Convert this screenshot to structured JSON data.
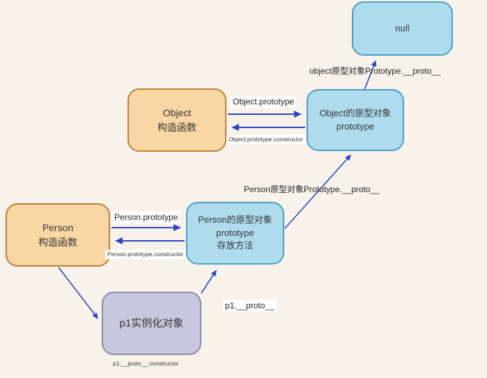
{
  "diagram": {
    "title": "JavaScript prototype chain diagram",
    "colors": {
      "background": "#f7f3ea",
      "blue_node_fill": "#aedcec",
      "blue_node_border": "#4a9cc6",
      "orange_node_fill": "#f9d7a4",
      "orange_node_border": "#bf7d35",
      "purple_node_fill": "#c9c7dd",
      "purple_node_border": "#8b89a6",
      "arrow": "#2e43c8",
      "text": "#333333"
    },
    "nodes": {
      "null_box": {
        "label": "null"
      },
      "object_constructor": {
        "line1": "Object",
        "line2": "构造函数"
      },
      "object_prototype": {
        "line1": "Object的原型对象",
        "line2": "prototype"
      },
      "person_constructor": {
        "line1": "Person",
        "line2": "构造函数"
      },
      "person_prototype": {
        "line1": "Person的原型对象",
        "line2": "prototype",
        "line3": "存放方法"
      },
      "p1_instance": {
        "label": "p1实例化对象"
      }
    },
    "edge_labels": {
      "object_prototype": "Object.prototype",
      "object_prototype_constructor": "Object.prototype.constructor",
      "object_proto_chain": "object原型对象Prototype.__proto__",
      "person_proto_chain": "Person原型对象Prototype.__proto__",
      "person_prototype": "Person.prototype",
      "person_prototype_constructor": "Person.prototype.constructor",
      "p1_proto": "p1.__proto__",
      "p1_proto_constructor": "p1.__proto__.constructor"
    }
  }
}
